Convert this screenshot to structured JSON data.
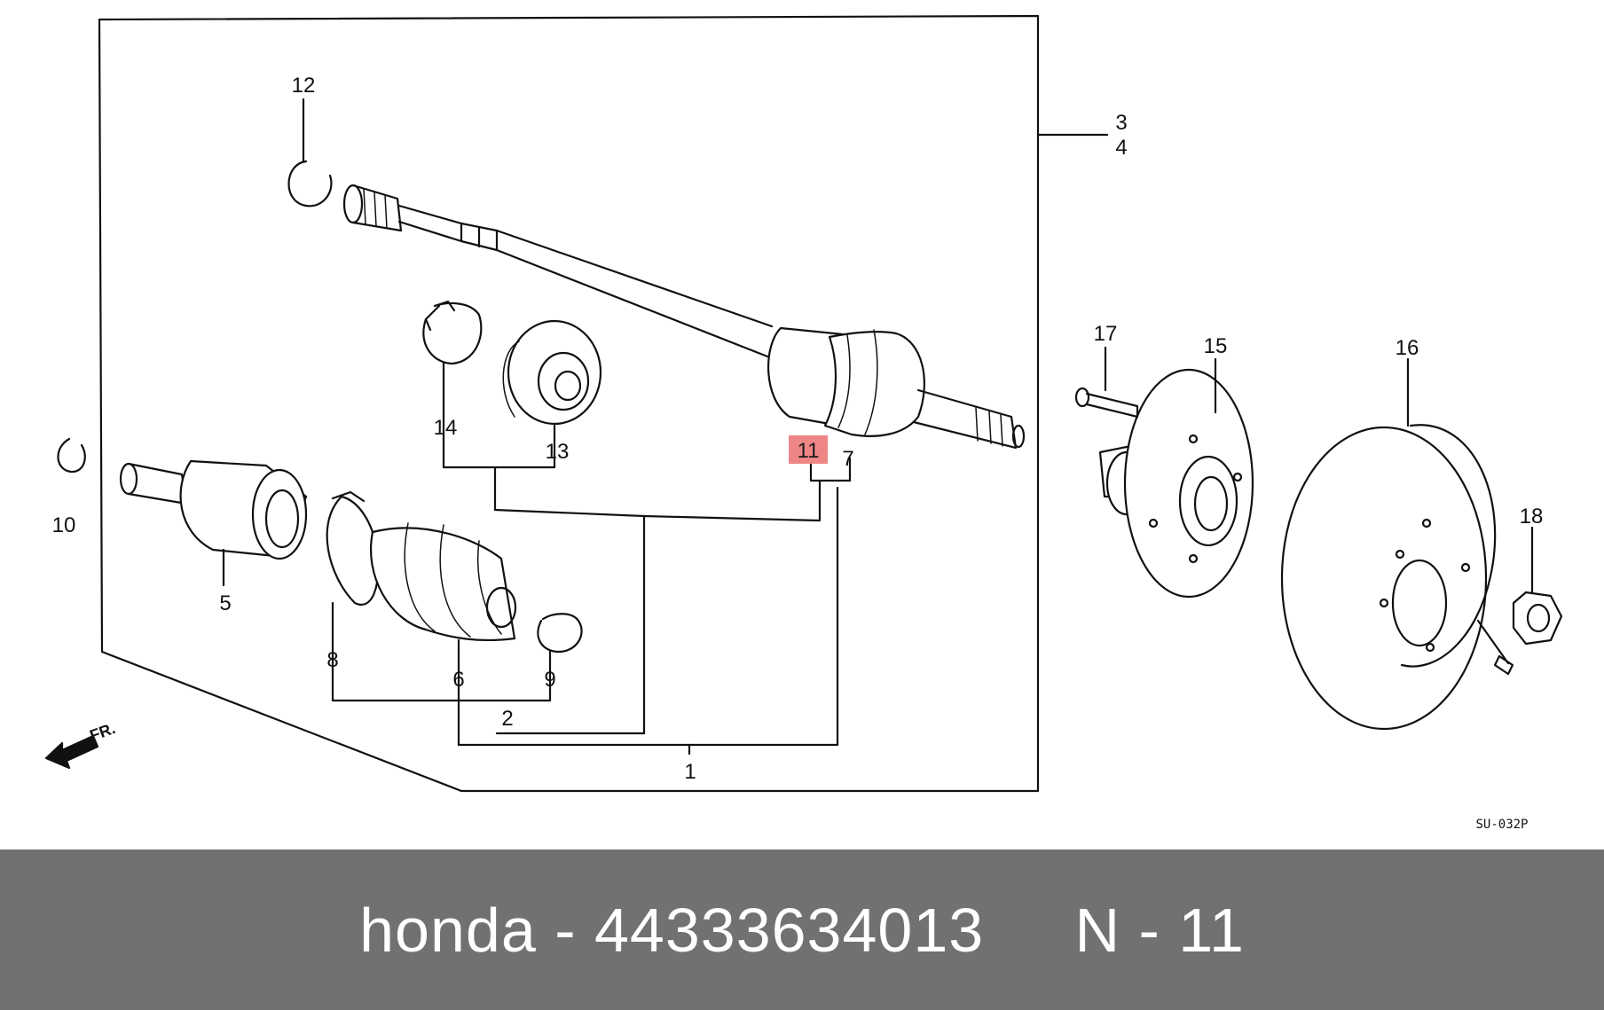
{
  "diagram": {
    "labels": {
      "l1": "1",
      "l2": "2",
      "l3": "3",
      "l4": "4",
      "l5": "5",
      "l6": "6",
      "l7": "7",
      "l8": "8",
      "l9": "9",
      "l10": "10",
      "l11": "11",
      "l12": "12",
      "l13": "13",
      "l14": "14",
      "l15": "15",
      "l16": "16",
      "l17": "17",
      "l18": "18"
    },
    "direction_label": "FR.",
    "code": "SU-032P",
    "highlight_color": "#ef8686"
  },
  "banner": {
    "text": "honda - 44333634013     N - 11",
    "background": "#717171",
    "text_color": "#ffffff"
  }
}
